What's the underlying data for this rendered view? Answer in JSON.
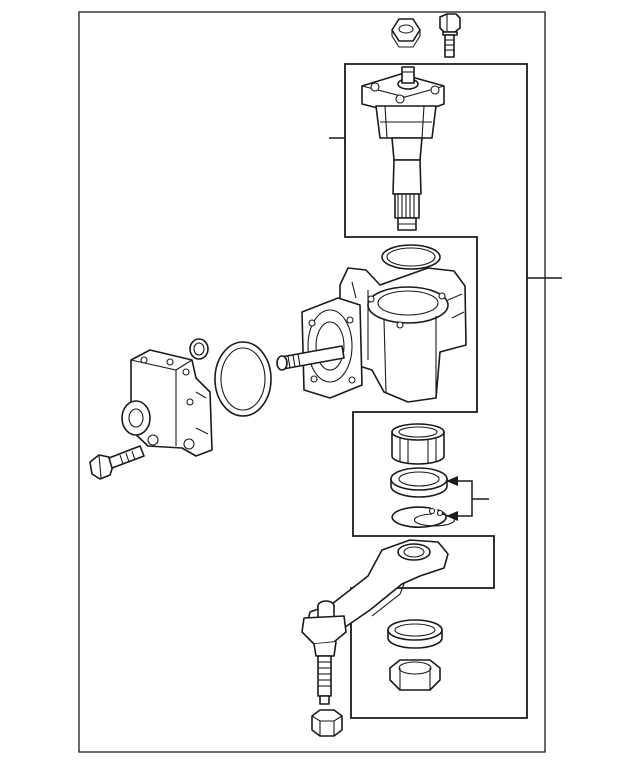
{
  "diagram": {
    "kind": "exploded-parts-diagram",
    "callouts": [],
    "parts": [
      "nut-top",
      "bolt-top",
      "sector-shaft-assembly",
      "cover-oring",
      "steering-gear-housing",
      "input-shaft",
      "small-oring",
      "large-oring",
      "valve-housing",
      "mounting-bolt",
      "needle-bearing",
      "oil-seal",
      "snap-ring",
      "pitman-arm",
      "pitman-nut",
      "lock-washer",
      "tie-rod-end",
      "tie-rod-cap-nut"
    ]
  }
}
